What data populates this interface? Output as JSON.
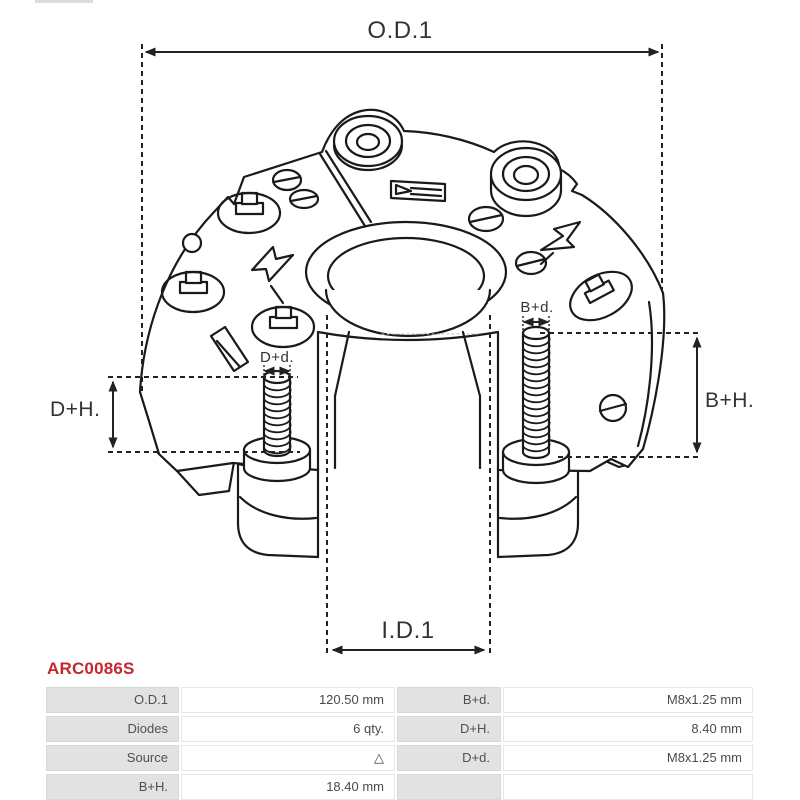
{
  "part_number": "ARC0086S",
  "colors": {
    "accent_red": "#c4272e",
    "line_color": "#1a1a1a",
    "table_label_bg": "#e2e2e2"
  },
  "diagram": {
    "labels": {
      "od1": "O.D.1",
      "id1": "I.D.1",
      "dh": "D+H.",
      "bh": "B+H.",
      "dd": "D+d.",
      "bd": "B+d."
    }
  },
  "table": {
    "rows": [
      {
        "label1": "O.D.1",
        "value1": "120.50 mm",
        "label2": "B+d.",
        "value2": "M8x1.25 mm"
      },
      {
        "label1": "Diodes",
        "value1": "6 qty.",
        "label2": "D+H.",
        "value2": "8.40 mm"
      },
      {
        "label1": "Source",
        "value1": "△",
        "label2": "D+d.",
        "value2": "M8x1.25 mm"
      },
      {
        "label1": "B+H.",
        "value1": "18.40 mm",
        "label2": "",
        "value2": ""
      }
    ]
  }
}
